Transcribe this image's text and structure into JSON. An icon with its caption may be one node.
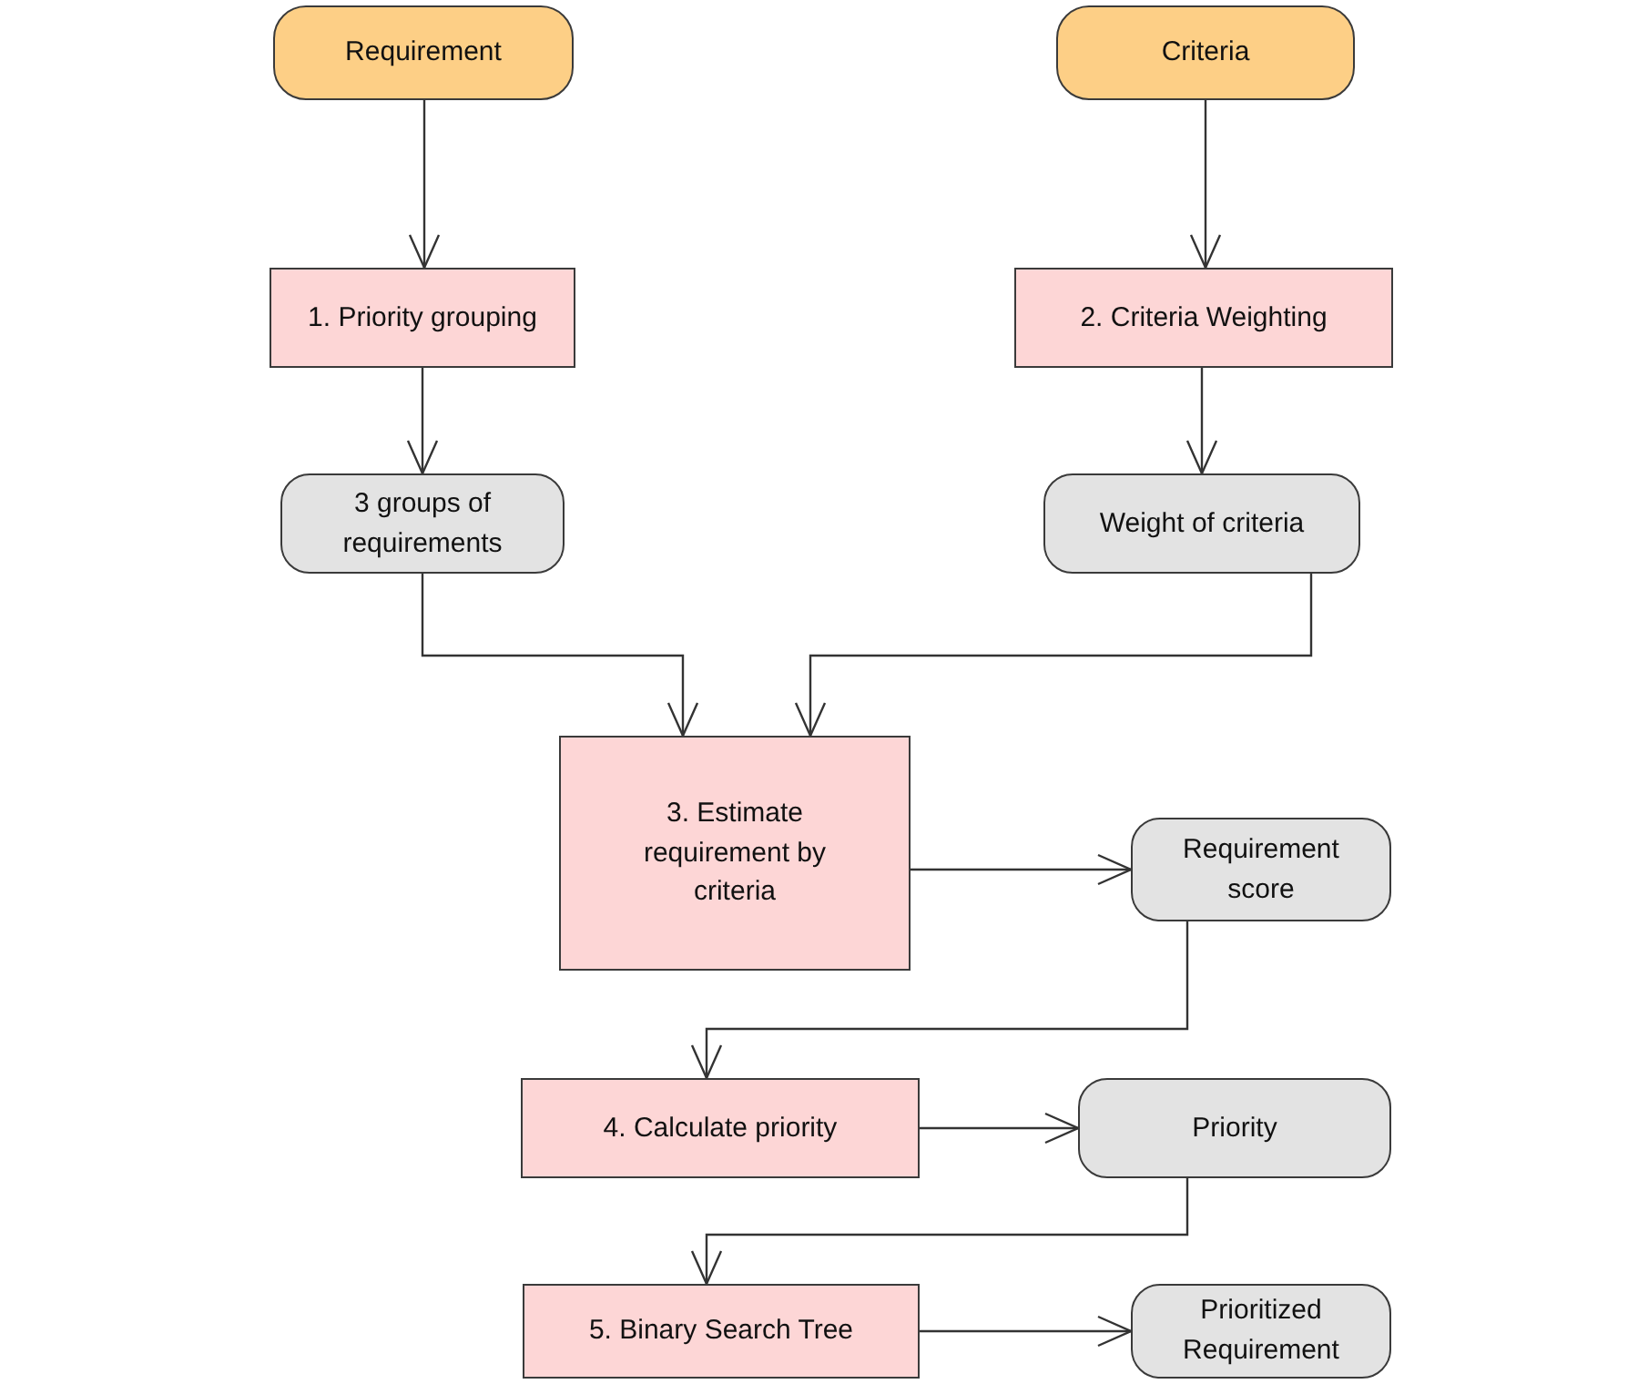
{
  "diagram": {
    "nodes": [
      {
        "text": [
          "Requirement"
        ]
      },
      {
        "text": [
          "Criteria"
        ]
      },
      {
        "text": [
          "1. Priority grouping"
        ]
      },
      {
        "text": [
          "2. Criteria Weighting"
        ]
      },
      {
        "text": [
          "3 groups of requirements"
        ]
      },
      {
        "text": [
          "Weight of criteria"
        ]
      },
      {
        "text": [
          "3. Estimate requirement by criteria"
        ]
      },
      {
        "text": [
          "Requirement score"
        ]
      },
      {
        "text": [
          "4. Calculate priority"
        ]
      },
      {
        "text": [
          "Priority"
        ]
      },
      {
        "text": [
          "5. Binary Search Tree"
        ]
      },
      {
        "text": [
          "Prioritized Requirement"
        ]
      }
    ],
    "edges": [
      {
        "from": 0,
        "to": 2,
        "arrow": "to"
      },
      {
        "from": 1,
        "to": 3,
        "arrow": "to"
      },
      {
        "from": 2,
        "to": 4,
        "arrow": "to"
      },
      {
        "from": 3,
        "to": 5,
        "arrow": "to"
      },
      {
        "from": 4,
        "to": 6,
        "arrow": "to"
      },
      {
        "from": 5,
        "to": 6,
        "arrow": "to"
      },
      {
        "from": 6,
        "to": 7,
        "arrow": "to"
      },
      {
        "from": 7,
        "to": 8,
        "arrow": "to"
      },
      {
        "from": 8,
        "to": 9,
        "arrow": "to"
      },
      {
        "from": 9,
        "to": 10,
        "arrow": "to"
      },
      {
        "from": 10,
        "to": 11,
        "arrow": "to"
      }
    ]
  }
}
